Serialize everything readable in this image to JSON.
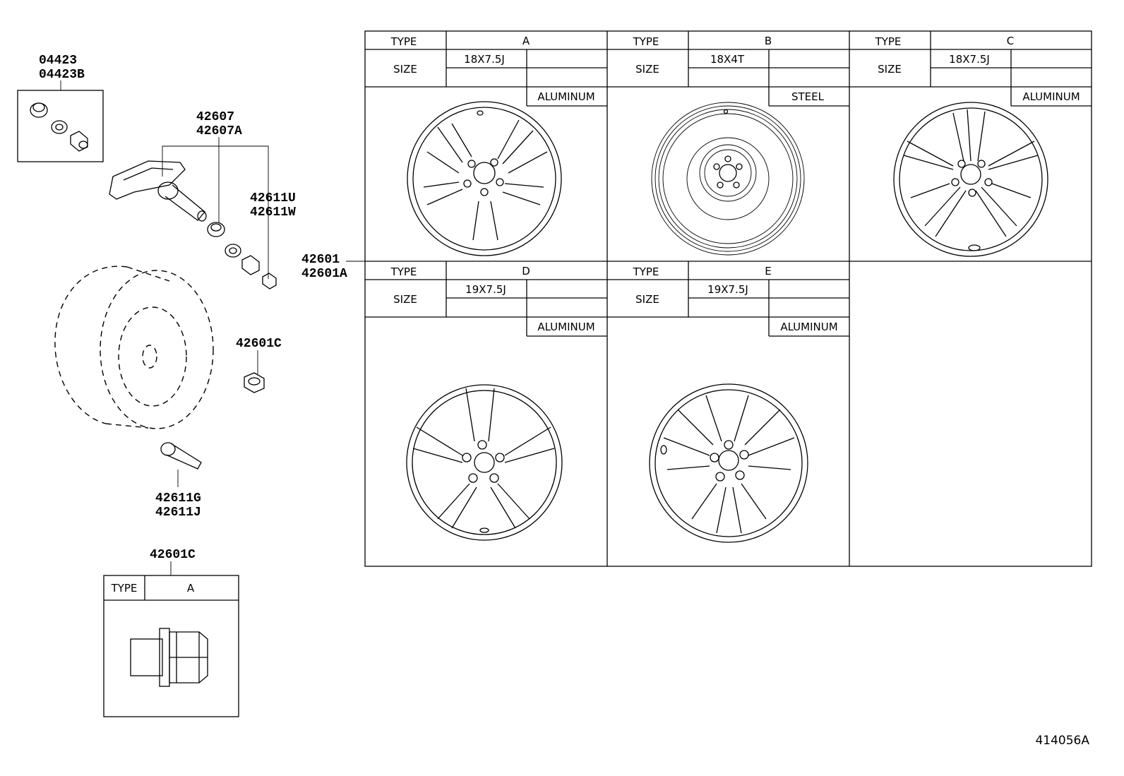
{
  "part_numbers": {
    "cap_kit": [
      "04423",
      "04423B"
    ],
    "tpms_sensor": [
      "42607",
      "42607A"
    ],
    "valve_parts": [
      "42611U",
      "42611W"
    ],
    "wheel": [
      "42601",
      "42601A"
    ],
    "hub_nut": "42601C",
    "valve_stem": [
      "42611G",
      "42611J"
    ],
    "nut_table_title": "42601C"
  },
  "labels": {
    "type": "TYPE",
    "size": "SIZE"
  },
  "wheel_types": [
    {
      "type": "A",
      "size": "18X7.5J",
      "material": "ALUMINUM"
    },
    {
      "type": "B",
      "size": "18X4T",
      "material": "STEEL"
    },
    {
      "type": "C",
      "size": "18X7.5J",
      "material": "ALUMINUM"
    },
    {
      "type": "D",
      "size": "19X7.5J",
      "material": "ALUMINUM"
    },
    {
      "type": "E",
      "size": "19X7.5J",
      "material": "ALUMINUM"
    }
  ],
  "nut_table": {
    "type": "A"
  },
  "figure_id": "414056A"
}
